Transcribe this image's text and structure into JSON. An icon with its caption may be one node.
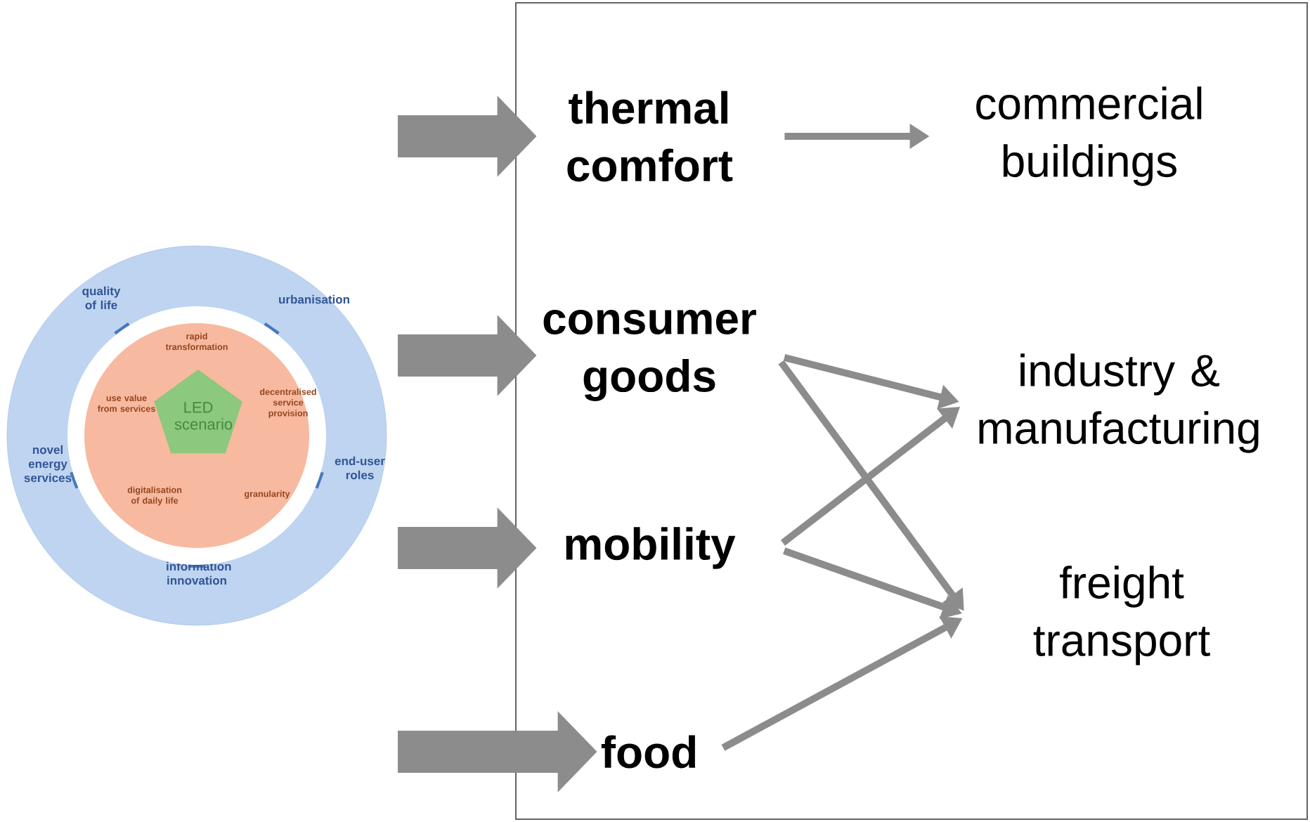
{
  "diagram": {
    "nodes": [
      {
        "text": [
          "quality of life",
          "urbanisation",
          "end-user roles",
          "information innovation",
          "novel energy services"
        ]
      },
      {
        "text": [
          "rapid transformation",
          "decentralised service provision",
          "granularity",
          "digitalisation of daily life",
          "use value from services"
        ],
        "in": 0
      },
      {
        "text": [
          "LED scenario"
        ],
        "in": 1
      },
      {
        "text": [],
        "shape": "box"
      },
      {
        "text": [
          "thermal comfort"
        ],
        "in": 3
      },
      {
        "text": [
          "commercial buildings"
        ],
        "in": 3
      },
      {
        "text": [
          "consumer goods"
        ],
        "in": 3
      },
      {
        "text": [
          "industry & manufacturing"
        ],
        "in": 3
      },
      {
        "text": [
          "mobility"
        ],
        "in": 3
      },
      {
        "text": [
          "freight transport"
        ],
        "in": 3
      },
      {
        "text": [
          "food"
        ],
        "in": 3
      }
    ],
    "edges": [
      {
        "from": null,
        "to": 4,
        "arrow": "to",
        "style": "thick"
      },
      {
        "from": null,
        "to": 6,
        "arrow": "to",
        "style": "thick"
      },
      {
        "from": null,
        "to": 8,
        "arrow": "to",
        "style": "thick"
      },
      {
        "from": null,
        "to": 10,
        "arrow": "to",
        "style": "thick"
      },
      {
        "from": 4,
        "to": 5,
        "arrow": "to"
      },
      {
        "from": 6,
        "to": 7,
        "arrow": "to"
      },
      {
        "from": 6,
        "to": 9,
        "arrow": "to"
      },
      {
        "from": 8,
        "to": 7,
        "arrow": "to"
      },
      {
        "from": 8,
        "to": 9,
        "arrow": "to"
      },
      {
        "from": 10,
        "to": 9,
        "arrow": "to"
      }
    ]
  }
}
